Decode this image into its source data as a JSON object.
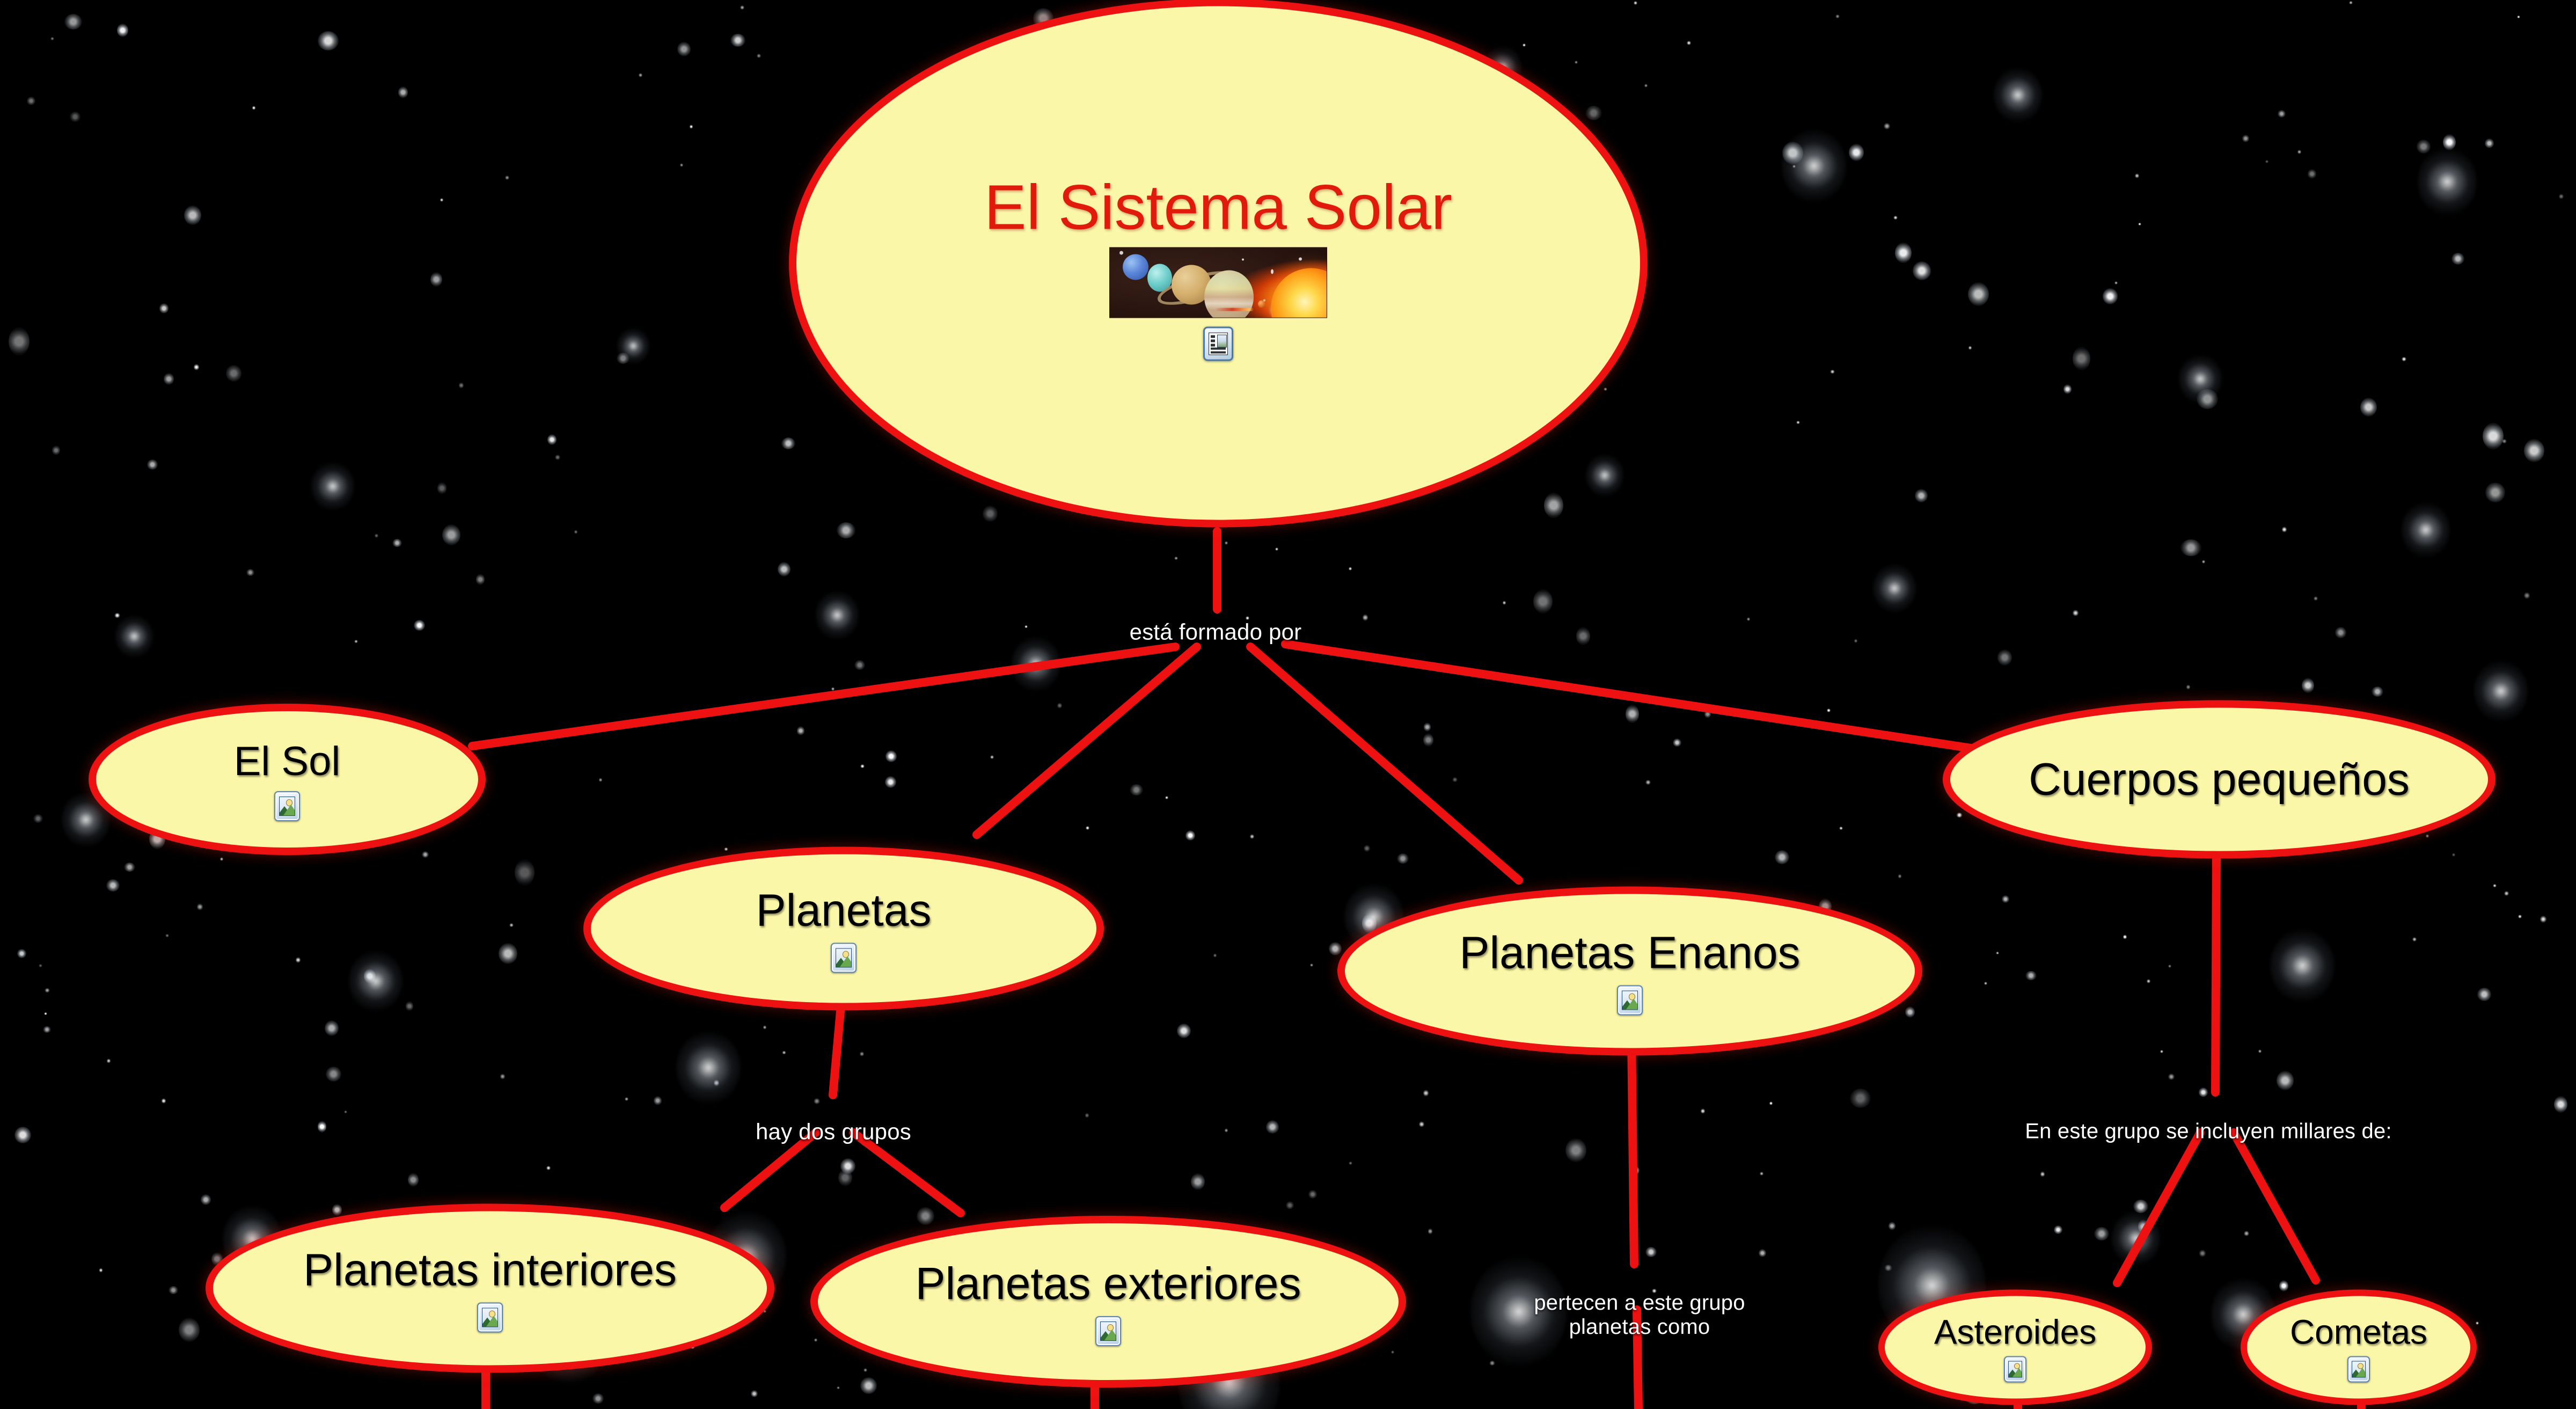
{
  "map": {
    "title": "El Sistema Solar",
    "background_color": "#000000",
    "node_fill": "#fbf7a8",
    "node_border": "#ee1111",
    "root_text_color": "#e01b0c",
    "node_text_color": "#000000",
    "link_text_color": "#ffffff"
  },
  "nodes": [
    {
      "id": "root",
      "label": "El Sistema Solar",
      "icon": "note-icon",
      "has_image": true
    },
    {
      "id": "sol",
      "label": "El Sol",
      "icon": "picture-icon",
      "has_image": false
    },
    {
      "id": "planetas",
      "label": "Planetas",
      "icon": "picture-icon",
      "has_image": false
    },
    {
      "id": "enanos",
      "label": "Planetas Enanos",
      "icon": "picture-icon",
      "has_image": false
    },
    {
      "id": "cuerpos",
      "label": "Cuerpos pequeños",
      "icon": "none",
      "has_image": false
    },
    {
      "id": "interiores",
      "label": "Planetas interiores",
      "icon": "picture-icon",
      "has_image": false
    },
    {
      "id": "exteriores",
      "label": "Planetas exteriores",
      "icon": "picture-icon",
      "has_image": false
    },
    {
      "id": "asteroides",
      "label": "Asteroides",
      "icon": "picture-icon",
      "has_image": false
    },
    {
      "id": "cometas",
      "label": "Cometas",
      "icon": "picture-icon",
      "has_image": false
    }
  ],
  "link_labels": [
    {
      "id": "l1",
      "text": "está formado por"
    },
    {
      "id": "l2",
      "text": "hay dos grupos"
    },
    {
      "id": "l3",
      "text": "pertecen a este grupo\nplanetas como"
    },
    {
      "id": "l4",
      "text": "En este grupo se incluyen millares de:"
    }
  ],
  "thumbnail": {
    "name": "solar-system-photo",
    "alt": "Fotografía de los planetas del sistema solar y el Sol"
  }
}
